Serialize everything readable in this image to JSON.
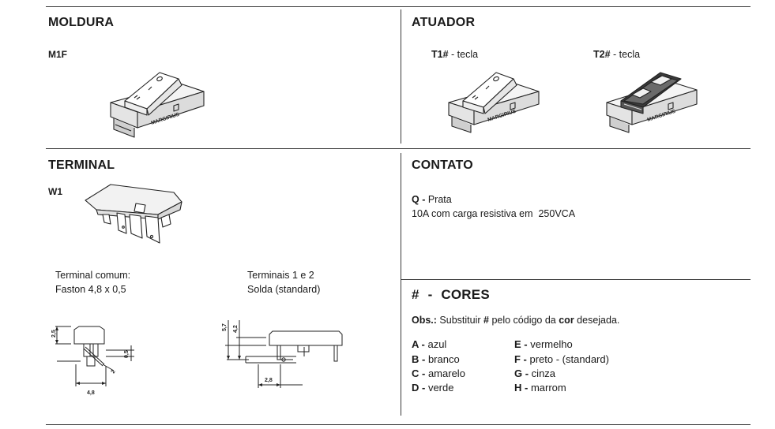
{
  "moldura": {
    "title": "MOLDURA",
    "code": "M1F"
  },
  "atuador": {
    "title": "ATUADOR",
    "t1_code": "T1#",
    "t1_desc": " - tecla",
    "t2_code": "T2#",
    "t2_desc": " - tecla"
  },
  "terminal": {
    "title": "TERMINAL",
    "code": "W1",
    "common_line1": "Terminal comum:",
    "common_line2": "Faston 4,8 x 0,5",
    "solder_line1": "Terminais 1 e 2",
    "solder_line2": "Solda (standard)",
    "dim_left": {
      "h1": "2,5",
      "h2": "0,5",
      "w": "4,8",
      "slot": "2"
    },
    "dim_right": {
      "h1": "5,7",
      "h2": "4,2",
      "w": "2,8"
    }
  },
  "contato": {
    "title": "CONTATO",
    "code": "Q -",
    "material": " Prata",
    "rating": "10A com carga resistiva em  250VCA"
  },
  "cores": {
    "title_hash": "#",
    "title_sep": "-",
    "title": "CORES",
    "obs_label": "Obs.:",
    "obs_pre": " Substituir ",
    "obs_hash": "#",
    "obs_mid": " pelo código da ",
    "obs_bold": "cor",
    "obs_post": " desejada.",
    "left": [
      {
        "code": "A -",
        "name": " azul"
      },
      {
        "code": "B -",
        "name": " branco"
      },
      {
        "code": "C -",
        "name": " amarelo"
      },
      {
        "code": "D -",
        "name": " verde"
      }
    ],
    "right": [
      {
        "code": "E -",
        "name": " vermelho"
      },
      {
        "code": "F -",
        "name": " preto - (standard)"
      },
      {
        "code": "G -",
        "name": " cinza"
      },
      {
        "code": "H -",
        "name": " marrom"
      }
    ]
  },
  "brand": "MARGIRIUS"
}
